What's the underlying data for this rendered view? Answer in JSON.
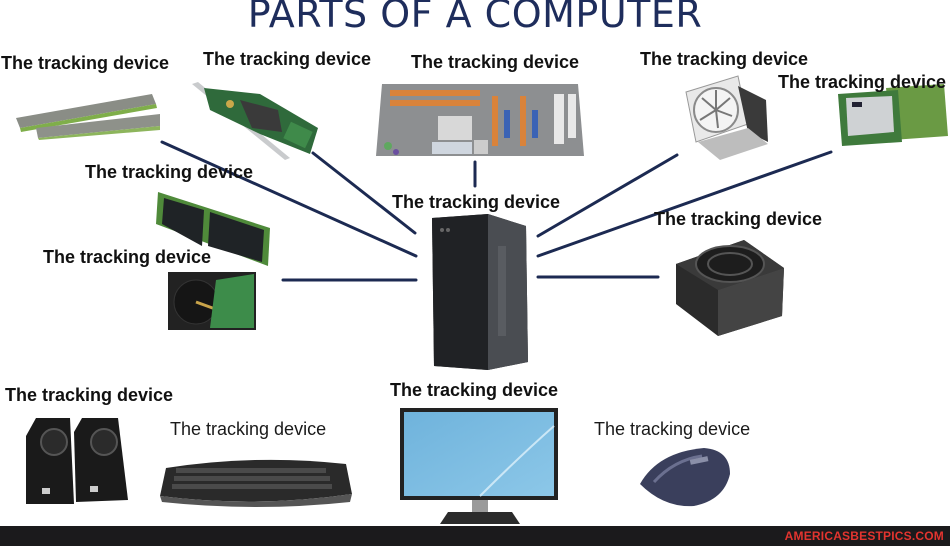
{
  "title": "PARTS OF A COMPUTER",
  "colors": {
    "title": "#1e2d5c",
    "connector": "#1c2a52",
    "footer_bg": "#1b1a1c",
    "watermark": "#e3342f"
  },
  "parts": [
    {
      "id": "ram",
      "label": "The tracking device",
      "icon": "ram-stick-icon"
    },
    {
      "id": "expansion-card",
      "label": "The tracking device",
      "icon": "expansion-card-icon"
    },
    {
      "id": "motherboard",
      "label": "The tracking device",
      "icon": "motherboard-icon"
    },
    {
      "id": "cpu-cooler",
      "label": "The tracking device",
      "icon": "cpu-cooler-icon"
    },
    {
      "id": "cpu",
      "label": "The tracking device",
      "icon": "cpu-chip-icon"
    },
    {
      "id": "ssd",
      "label": "The tracking device",
      "icon": "m2-ssd-icon"
    },
    {
      "id": "tower",
      "label": "The tracking device",
      "icon": "pc-tower-icon"
    },
    {
      "id": "psu",
      "label": "The tracking device",
      "icon": "power-supply-icon"
    },
    {
      "id": "hdd",
      "label": "The tracking device",
      "icon": "hard-drive-icon"
    },
    {
      "id": "speakers",
      "label": "The tracking device",
      "icon": "speakers-icon"
    },
    {
      "id": "keyboard",
      "label": "The tracking device",
      "icon": "keyboard-icon"
    },
    {
      "id": "monitor",
      "label": "The tracking device",
      "icon": "monitor-icon"
    },
    {
      "id": "mouse",
      "label": "The tracking device",
      "icon": "mouse-icon"
    }
  ],
  "watermark": "AMERICASBESTPICS.COM"
}
